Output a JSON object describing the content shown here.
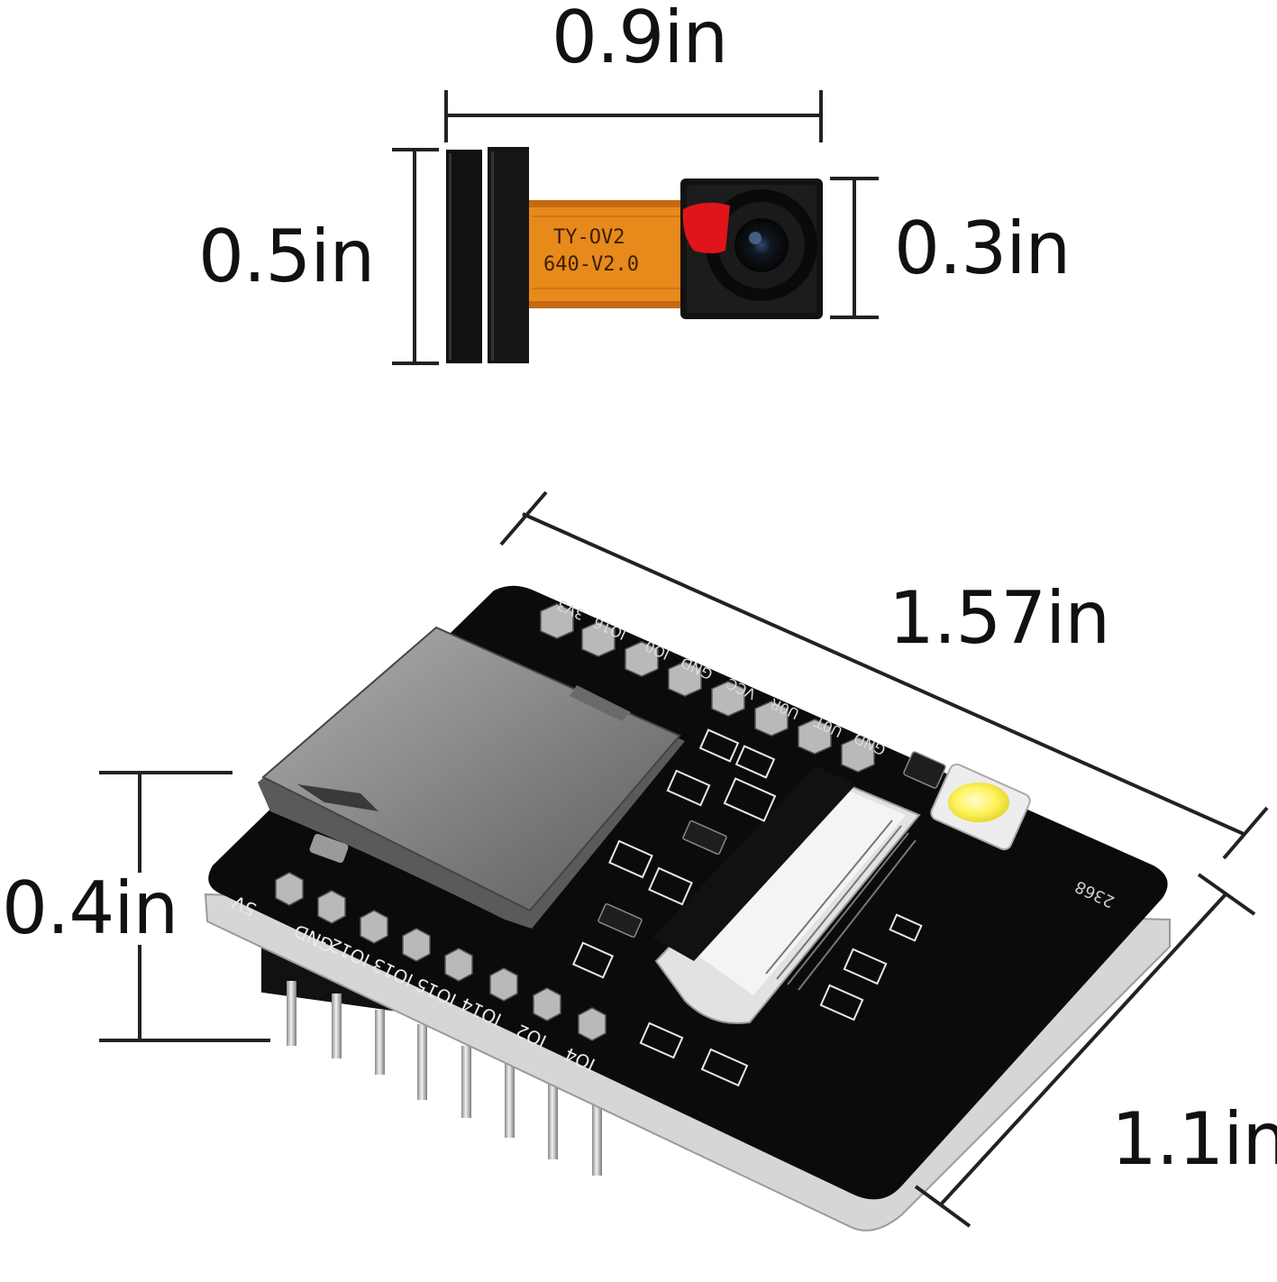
{
  "dimensions": {
    "camera_width": "0.9in",
    "camera_connector_height": "0.5in",
    "camera_lens_height": "0.3in",
    "board_length": "1.57in",
    "board_width": "1.1in",
    "board_pin_height": "0.4in"
  },
  "camera": {
    "flex_label_line1": "TY-OV2",
    "flex_label_line2": "640-V2.0"
  },
  "board": {
    "pin_labels_bottom": [
      "5V",
      "GND",
      "IO12",
      "IO13",
      "IO15",
      "IO14",
      "IO2",
      "IO4"
    ],
    "pin_labels_top": [
      "3V3",
      "IO16",
      "IO0",
      "GND",
      "VCC",
      "U0R",
      "U0T",
      "GND"
    ],
    "chip_marking": "2368"
  },
  "colors": {
    "pcb": "#0b0b0b",
    "pcb_edge": "#cfcfcf",
    "flex_cable": "#e8891c",
    "sd_slot": "#8e8e8e",
    "led": "#fff45c",
    "lens_mark": "#e0141b",
    "pin_metal": "#c8c8c8",
    "dimension_line": "#222222"
  }
}
